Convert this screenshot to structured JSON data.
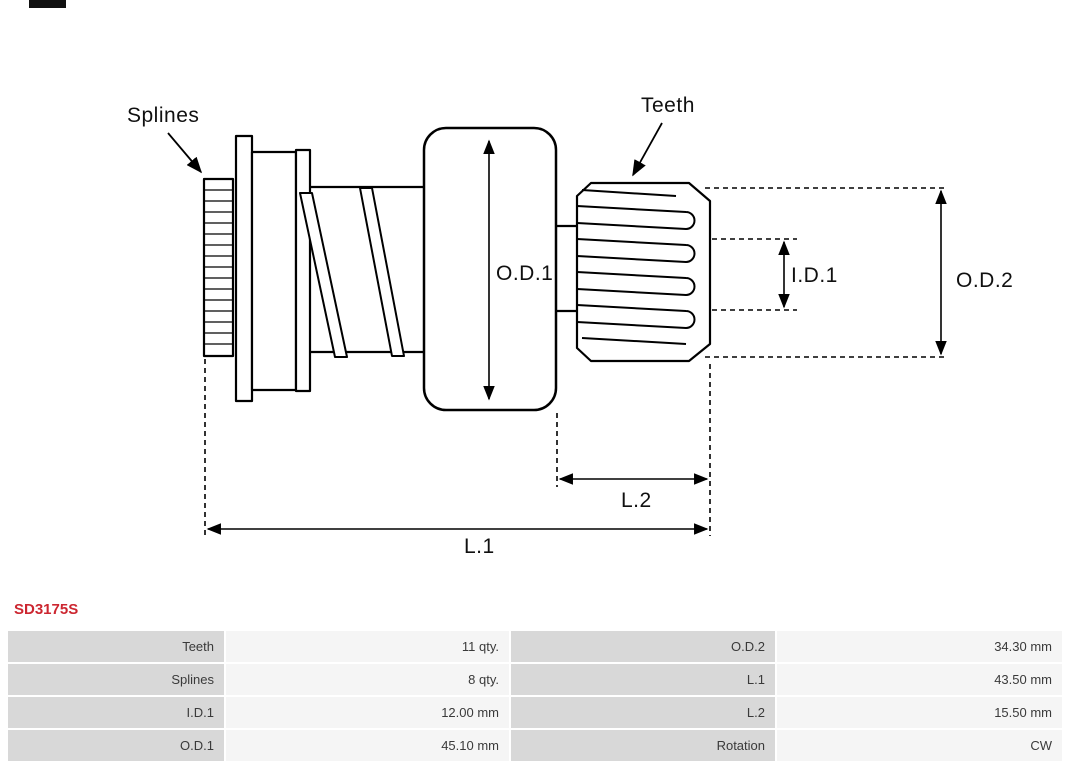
{
  "part_number": "SD3175S",
  "colors": {
    "part_number_text": "#cc2630",
    "table_label_bg": "#d8d8d8",
    "table_value_bg": "#f5f5f5",
    "drawing_line": "#000000"
  },
  "diagram": {
    "labels": {
      "splines": "Splines",
      "teeth": "Teeth",
      "od1": "O.D.1",
      "id1": "I.D.1",
      "od2": "O.D.2",
      "l1": "L.1",
      "l2": "L.2"
    }
  },
  "specs": {
    "rows": [
      {
        "label1": "Teeth",
        "value1": "11 qty.",
        "label2": "O.D.2",
        "value2": "34.30 mm"
      },
      {
        "label1": "Splines",
        "value1": "8 qty.",
        "label2": "L.1",
        "value2": "43.50 mm"
      },
      {
        "label1": "I.D.1",
        "value1": "12.00 mm",
        "label2": "L.2",
        "value2": "15.50 mm"
      },
      {
        "label1": "O.D.1",
        "value1": "45.10 mm",
        "label2": "Rotation",
        "value2": "CW"
      }
    ]
  }
}
